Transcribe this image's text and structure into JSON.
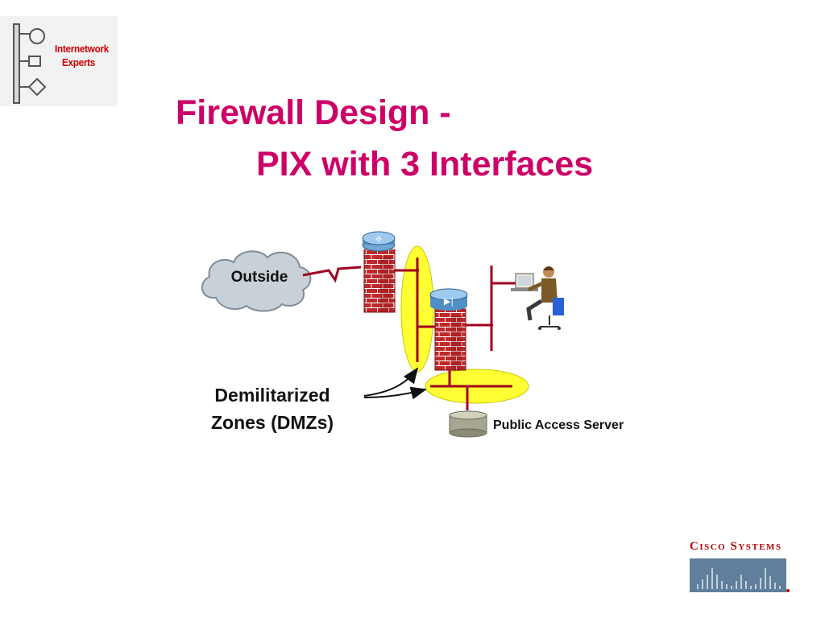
{
  "header": {
    "logo_text_line1": "Internetwork",
    "logo_text_line2": "Experts"
  },
  "title": {
    "line1": "Firewall Design -",
    "line2": "PIX with 3 Interfaces"
  },
  "diagram": {
    "outside_label": "Outside",
    "dmz_label_line1": "Demilitarized",
    "dmz_label_line2": "Zones (DMZs)",
    "server_label": "Public Access Server"
  },
  "footer": {
    "cisco_text": "Cisco Systems"
  },
  "colors": {
    "title": "#cc0066",
    "dmz_highlight": "#ffff33",
    "line": "#a00020",
    "brick": "#c0282a"
  }
}
